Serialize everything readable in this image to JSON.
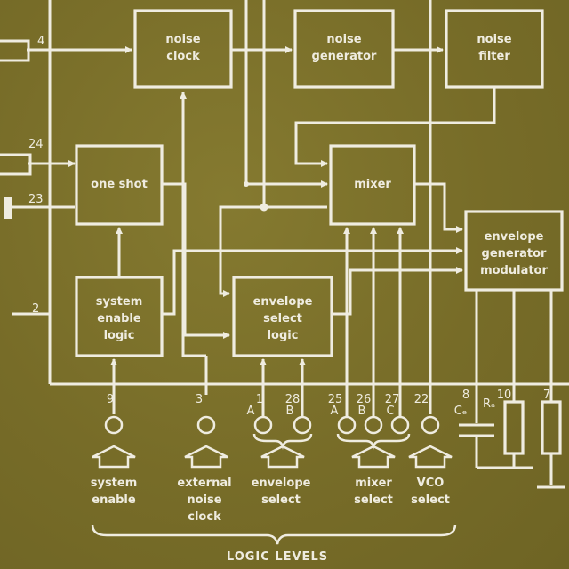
{
  "blocks": {
    "noise_clock": [
      "noise",
      "clock"
    ],
    "noise_generator": [
      "noise",
      "generator"
    ],
    "noise_filter": [
      "noise",
      "filter"
    ],
    "one_shot": [
      "one shot"
    ],
    "mixer": [
      "mixer"
    ],
    "envelope_generator_modulator": [
      "envelope",
      "generator",
      "modulator"
    ],
    "system_enable_logic": [
      "system",
      "enable",
      "logic"
    ],
    "envelope_select_logic": [
      "envelope",
      "select",
      "logic"
    ]
  },
  "left_pins": [
    "4",
    "24",
    "23",
    "2"
  ],
  "bottom_pins": {
    "p9": "9",
    "p3": "3",
    "p1": "1",
    "p28": "28",
    "p25": "25",
    "p26": "26",
    "p27": "27",
    "p22": "22",
    "p8": "8",
    "p10": "10",
    "p7": "7"
  },
  "pin_letters": {
    "A1": "A",
    "B1": "B",
    "A2": "A",
    "B2": "B",
    "C2": "C"
  },
  "components": {
    "capacitor": "Cₑ",
    "resistor": "Rₐ"
  },
  "inputs": {
    "system_enable": [
      "system",
      "enable"
    ],
    "external_noise_clock": [
      "external",
      "noise",
      "clock"
    ],
    "envelope_select": [
      "envelope",
      "select"
    ],
    "mixer_select": [
      "mixer",
      "select"
    ],
    "vco_select": [
      "VCO",
      "select"
    ]
  },
  "caption": "LOGIC LEVELS"
}
